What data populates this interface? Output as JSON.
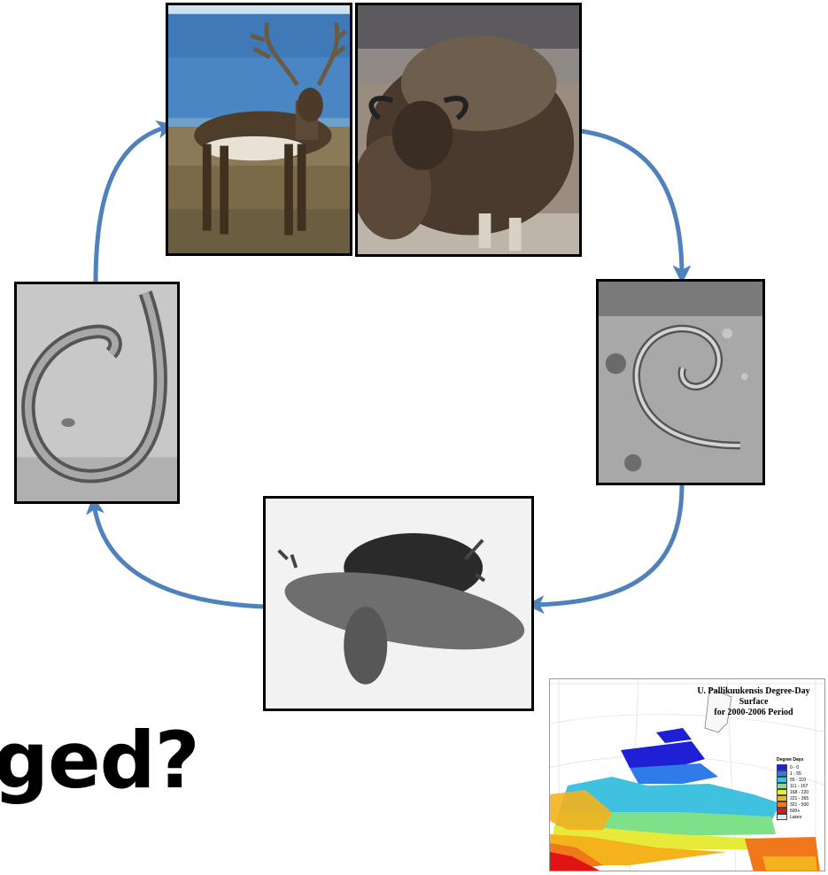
{
  "slide": {
    "partial_heading": "ged?"
  },
  "life_cycle": {
    "stages": [
      {
        "name": "caribou",
        "picture": "caribou standing on tundra shore"
      },
      {
        "name": "muskox",
        "picture": "muskox on tundra"
      },
      {
        "name": "larva-coiled",
        "picture": "coiled nematode larva micrograph"
      },
      {
        "name": "slug",
        "picture": "slug intermediate host"
      },
      {
        "name": "larva-curved",
        "picture": "curved nematode larva micrograph"
      }
    ],
    "arrow_color": "#4F81BD"
  },
  "map": {
    "title_line1": "U. Pallikuukensis Degree-Day Surface",
    "title_line2": "for 2000-2006 Period",
    "legend_title": "Degree Days",
    "legend": [
      {
        "label": "0 - 0",
        "color": "#1f1fd6"
      },
      {
        "label": "1 - 55",
        "color": "#2f7be8"
      },
      {
        "label": "55 - 110",
        "color": "#3fc2e0"
      },
      {
        "label": "111 - 167",
        "color": "#7fe08a"
      },
      {
        "label": "168 - 220",
        "color": "#e8ea3a"
      },
      {
        "label": "221 - 365",
        "color": "#f4b21c"
      },
      {
        "label": "321 - 500",
        "color": "#f0781a"
      },
      {
        "label": "500+",
        "color": "#e01414"
      },
      {
        "label": "Lakes",
        "color": "#dfe8f5"
      }
    ]
  }
}
